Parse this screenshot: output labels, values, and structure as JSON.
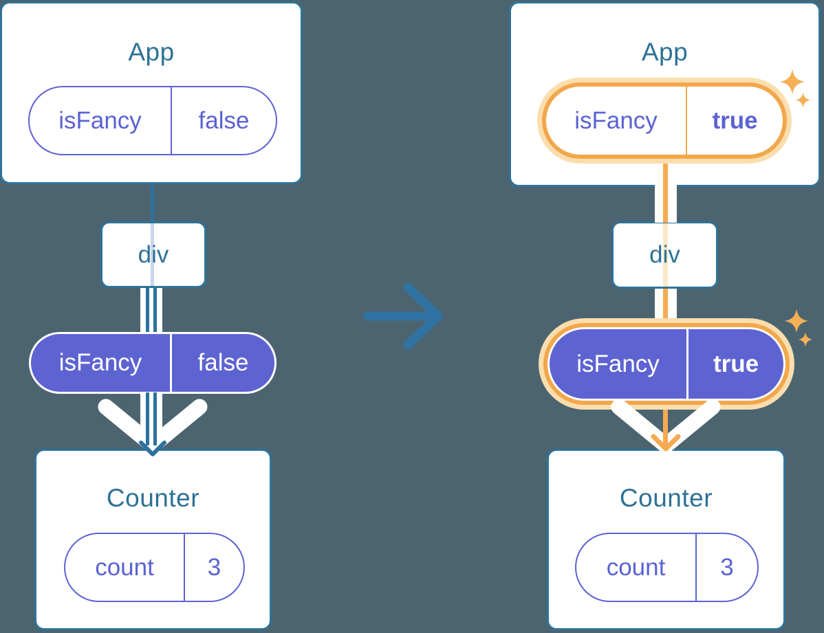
{
  "diagram": {
    "description_labels": {
      "before": {
        "app_title": "App",
        "app_state_key": "isFancy",
        "app_state_value": "false",
        "div_label": "div",
        "prop_key": "isFancy",
        "prop_value": "false",
        "counter_title": "Counter",
        "counter_state_key": "count",
        "counter_state_value": "3"
      },
      "after": {
        "app_title": "App",
        "app_state_key": "isFancy",
        "app_state_value": "true",
        "div_label": "div",
        "prop_key": "isFancy",
        "prop_value": "true",
        "counter_title": "Counter",
        "counter_state_key": "count",
        "counter_state_value": "3"
      }
    },
    "colors": {
      "background": "#4C6470",
      "card_border": "#2F7398",
      "heading_text": "#2D7195",
      "purple_text_border": "#5B62D3",
      "purple_pill_bg": "#5E63D2",
      "teal_line": "#2B719D",
      "transition_arrow": "#2E73A2",
      "orange_highlight": "#F2A74B",
      "orange_highlight_light": "#FBDEAE",
      "pale_lavender_line": "#CBD5EC",
      "pale_peach_line": "#FBE7C9",
      "sparkle": "#F5B055"
    }
  }
}
